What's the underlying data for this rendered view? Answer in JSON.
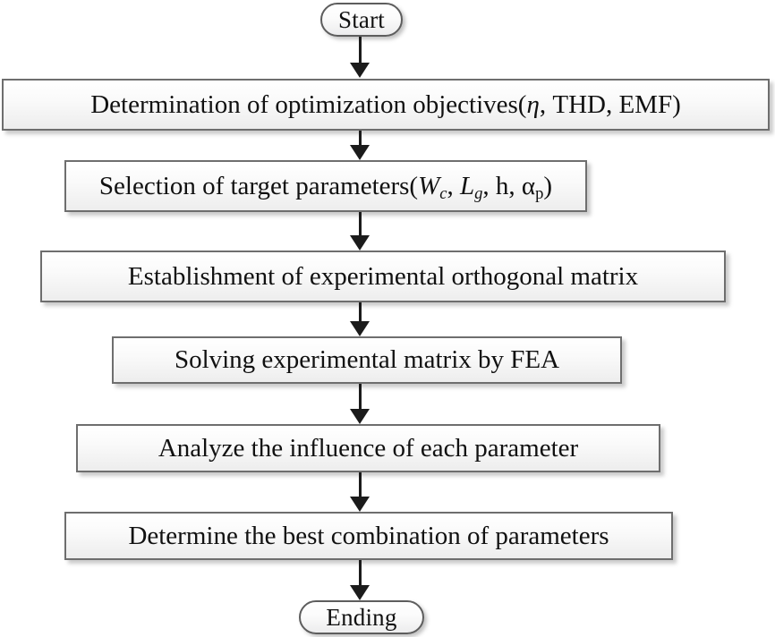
{
  "diagram": {
    "title": "Optimization design flowchart",
    "orientation": "top-to-bottom",
    "accent_color": "#1b1b1b",
    "box_border_color": "#6e6e6e",
    "nodes": [
      {
        "id": "start",
        "type": "terminator",
        "label": "Start"
      },
      {
        "id": "objectives",
        "type": "process",
        "label": "Determination of optimization objectives(",
        "label_plain": "Determination of optimization objectives(η, THD, EMF)",
        "symbol_eta": "η",
        "tail": ", THD, EMF)"
      },
      {
        "id": "parameters",
        "type": "process",
        "label_plain": "Selection of target parameters(Wc, Lg, h, αp)",
        "lead": "Selection of target parameters(",
        "sym_w": "W",
        "sub_c": "c",
        "sep1": ", ",
        "sym_l": "L",
        "sub_g": "g",
        "sep2": ", h, ",
        "sym_alpha": "α",
        "sub_p": "p",
        "tail": ")"
      },
      {
        "id": "orthogonal-matrix",
        "type": "process",
        "label": "Establishment of experimental orthogonal matrix"
      },
      {
        "id": "solving-fea",
        "type": "process",
        "label": "Solving experimental matrix by FEA"
      },
      {
        "id": "analyze-influence",
        "type": "process",
        "label": "Analyze the influence of each parameter"
      },
      {
        "id": "best-combination",
        "type": "process",
        "label": "Determine the best combination of parameters"
      },
      {
        "id": "ending",
        "type": "terminator",
        "label": "Ending"
      }
    ],
    "edges": [
      {
        "from": "start",
        "to": "objectives",
        "arrow": "down"
      },
      {
        "from": "objectives",
        "to": "parameters",
        "arrow": "down"
      },
      {
        "from": "parameters",
        "to": "orthogonal-matrix",
        "arrow": "down"
      },
      {
        "from": "orthogonal-matrix",
        "to": "solving-fea",
        "arrow": "down"
      },
      {
        "from": "solving-fea",
        "to": "analyze-influence",
        "arrow": "down"
      },
      {
        "from": "analyze-influence",
        "to": "best-combination",
        "arrow": "down"
      },
      {
        "from": "best-combination",
        "to": "ending",
        "arrow": "down"
      }
    ]
  }
}
